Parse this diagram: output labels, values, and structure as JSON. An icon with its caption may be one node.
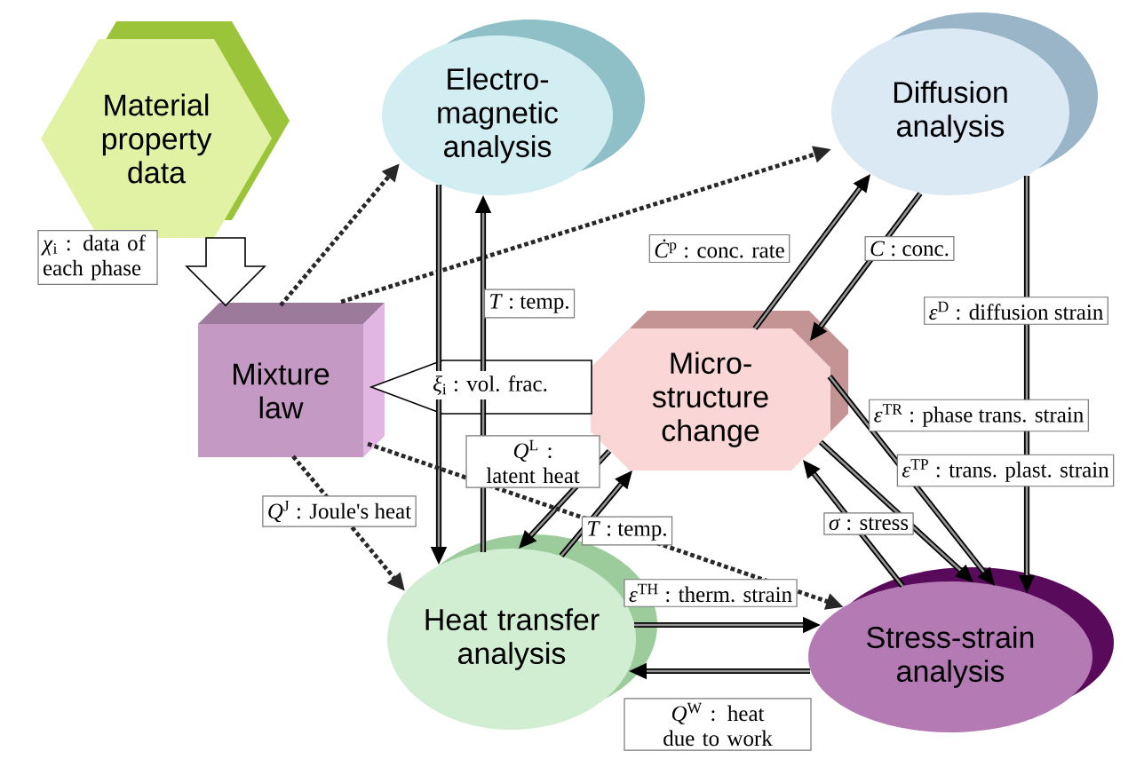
{
  "diagram": {
    "nodes": [
      {
        "text": [
          "Material property data"
        ]
      },
      {
        "text": [
          "Electro- magnetic analysis"
        ]
      },
      {
        "text": [
          "Diffusion analysis"
        ]
      },
      {
        "text": [
          "Mixture law"
        ]
      },
      {
        "text": [
          "Micro- structure change"
        ]
      },
      {
        "text": [
          "Heat transfer analysis"
        ]
      },
      {
        "text": [
          "Stress-strain analysis"
        ]
      }
    ],
    "edges": [
      {
        "from": 0,
        "to": 3,
        "arrow": "to",
        "style": "thick",
        "label": "*χ*$_{i}$ : data of each phase"
      },
      {
        "from": 3,
        "to": 1,
        "arrow": "to",
        "style": "dashed"
      },
      {
        "from": 3,
        "to": 2,
        "arrow": "to",
        "style": "dashed"
      },
      {
        "from": 4,
        "to": 3,
        "arrow": "to",
        "style": "thick",
        "label": "*ξ*$_{i}$ : vol. frac."
      },
      {
        "from": 3,
        "to": 5,
        "arrow": "to",
        "style": "dashed",
        "label": "*Q*$^{J}$ : Joule's heat"
      },
      {
        "from": 1,
        "to": 5,
        "arrow": "to"
      },
      {
        "from": 5,
        "to": 1,
        "arrow": "to",
        "label": "*T* : temp."
      },
      {
        "from": 4,
        "to": 5,
        "arrow": "to",
        "label": "*Q*$^{L}$ : latent heat"
      },
      {
        "from": 5,
        "to": 4,
        "arrow": "to"
      },
      {
        "from": 3,
        "to": 6,
        "arrow": "to",
        "style": "dashed",
        "label": "*T* : temp."
      },
      {
        "from": 5,
        "to": 6,
        "arrow": "to",
        "label": "*ε*$^{TH}$ : therm. strain"
      },
      {
        "from": 6,
        "to": 5,
        "arrow": "to",
        "label": "*Q*$^{W}$ : heat due to work"
      },
      {
        "from": 4,
        "to": 2,
        "arrow": "to",
        "label": "*Ċ*$^{p}$ : conc. rate"
      },
      {
        "from": 2,
        "to": 4,
        "arrow": "to",
        "label": "*C* : conc."
      },
      {
        "from": 2,
        "to": 6,
        "arrow": "to",
        "label": "*ε*$^{D}$ : diffusion strain"
      },
      {
        "from": 4,
        "to": 6,
        "arrow": "to",
        "label": "*ε*$^{TR}$ : phase trans. strain"
      },
      {
        "from": 4,
        "to": 6,
        "arrow": "to",
        "label": "*ε*$^{TP}$ : trans. plast. strain"
      },
      {
        "from": 6,
        "to": 4,
        "arrow": "to",
        "label": "*σ* : stress"
      }
    ]
  }
}
